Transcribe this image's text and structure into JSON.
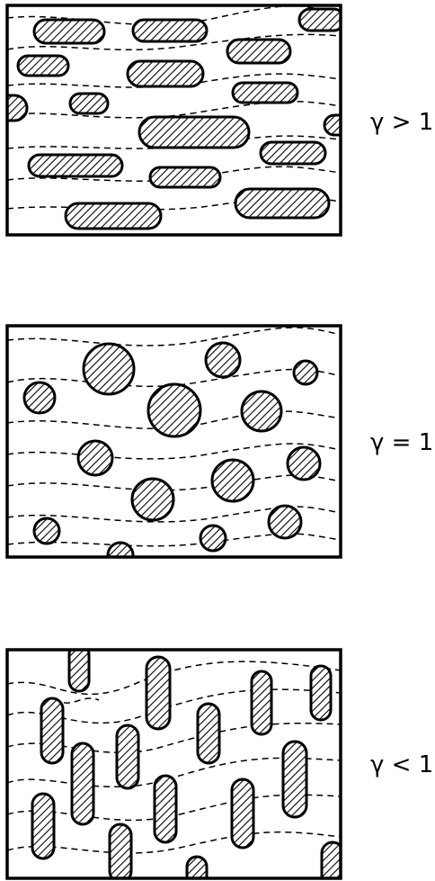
{
  "panels": [
    {
      "label": "γ > 1",
      "shape": "horizontal elongated hatched particles"
    },
    {
      "label": "γ = 1",
      "shape": "circular hatched particles"
    },
    {
      "label": "γ < 1",
      "shape": "vertical elongated hatched particles"
    }
  ],
  "colors": {
    "ink": "#000000",
    "background": "#ffffff"
  }
}
